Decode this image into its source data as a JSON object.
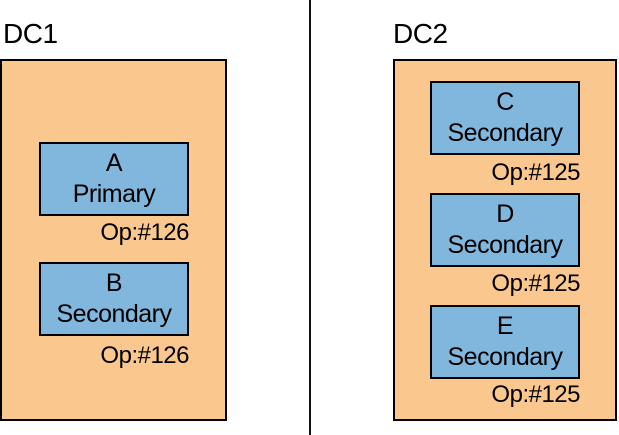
{
  "diagram": {
    "datacenters": [
      {
        "label": "DC1",
        "nodes": [
          {
            "name": "A",
            "role": "Primary",
            "op": "Op:#126"
          },
          {
            "name": "B",
            "role": "Secondary",
            "op": "Op:#126"
          }
        ]
      },
      {
        "label": "DC2",
        "nodes": [
          {
            "name": "C",
            "role": "Secondary",
            "op": "Op:#125"
          },
          {
            "name": "D",
            "role": "Secondary",
            "op": "Op:#125"
          },
          {
            "name": "E",
            "role": "Secondary",
            "op": "Op:#125"
          }
        ]
      }
    ],
    "colors": {
      "datacenter_fill": "#FAC88E",
      "node_fill": "#81B6DD",
      "border": "#000000",
      "divider": "#111111",
      "background": "#FFFFFF"
    }
  }
}
